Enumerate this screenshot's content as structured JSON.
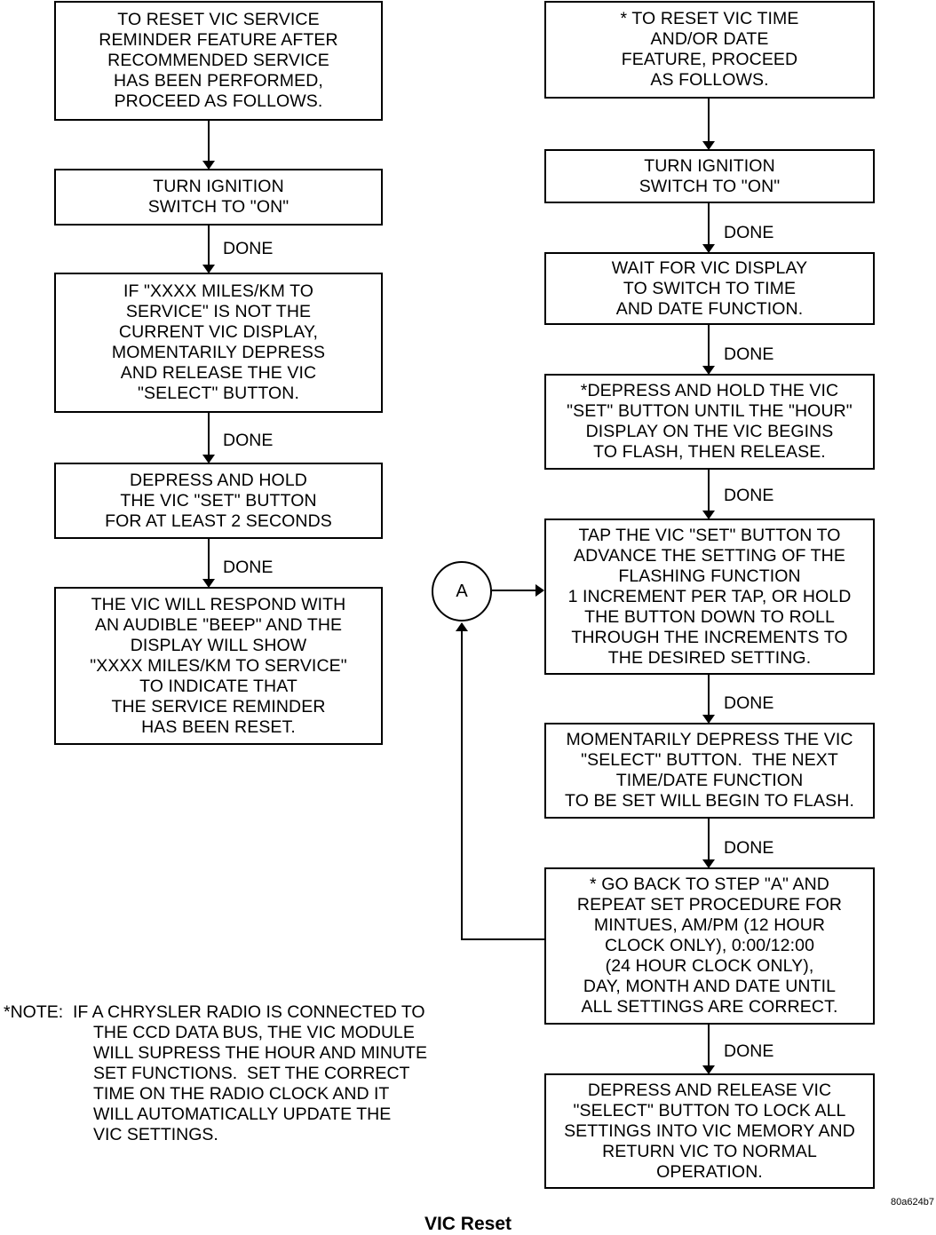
{
  "left_column": {
    "step1": [
      "TO RESET VIC SERVICE",
      "REMINDER FEATURE AFTER",
      "RECOMMENDED SERVICE",
      "HAS BEEN PERFORMED,",
      "PROCEED AS FOLLOWS."
    ],
    "step2": [
      "TURN IGNITION",
      "SWITCH TO \"ON\""
    ],
    "step3": [
      "IF \"XXXX MILES/KM TO",
      "SERVICE\" IS NOT THE",
      "CURRENT VIC DISPLAY,",
      "MOMENTARILY DEPRESS",
      "AND RELEASE THE VIC",
      "\"SELECT\" BUTTON."
    ],
    "step4": [
      "DEPRESS AND HOLD",
      "THE VIC \"SET\" BUTTON",
      "FOR AT LEAST 2 SECONDS"
    ],
    "step5": [
      "THE VIC WILL RESPOND WITH",
      "AN AUDIBLE \"BEEP\" AND THE",
      "DISPLAY WILL SHOW",
      "\"XXXX MILES/KM TO SERVICE\"",
      "TO INDICATE THAT",
      "THE SERVICE REMINDER",
      "HAS BEEN RESET."
    ]
  },
  "right_column": {
    "step1": [
      "* TO RESET VIC TIME",
      "AND/OR DATE",
      "FEATURE, PROCEED",
      "AS FOLLOWS."
    ],
    "step2": [
      "TURN IGNITION",
      "SWITCH TO \"ON\""
    ],
    "step3": [
      "WAIT FOR VIC DISPLAY",
      "TO SWITCH TO TIME",
      "AND DATE FUNCTION."
    ],
    "step4": [
      "*DEPRESS AND HOLD THE VIC",
      "\"SET\" BUTTON UNTIL THE \"HOUR\"",
      "DISPLAY ON THE VIC BEGINS",
      "TO FLASH, THEN RELEASE."
    ],
    "step5": [
      "TAP THE VIC \"SET\" BUTTON TO",
      "ADVANCE THE SETTING OF THE",
      "FLASHING FUNCTION",
      "1 INCREMENT PER TAP, OR HOLD",
      "THE BUTTON DOWN TO ROLL",
      "THROUGH THE INCREMENTS TO",
      "THE DESIRED SETTING."
    ],
    "step6": [
      "MOMENTARILY DEPRESS THE VIC",
      "\"SELECT\" BUTTON.  THE NEXT",
      "TIME/DATE FUNCTION",
      "TO BE SET WILL BEGIN TO FLASH."
    ],
    "step7": [
      "* GO BACK TO STEP \"A\" AND",
      "REPEAT SET PROCEDURE FOR",
      "MINTUES, AM/PM (12 HOUR",
      "CLOCK ONLY), 0:00/12:00",
      "(24 HOUR CLOCK ONLY),",
      "DAY, MONTH AND DATE UNTIL",
      "ALL SETTINGS ARE CORRECT."
    ],
    "step8": [
      "DEPRESS AND RELEASE VIC",
      "\"SELECT\" BUTTON TO LOCK ALL",
      "SETTINGS INTO VIC MEMORY AND",
      "RETURN VIC TO NORMAL",
      "OPERATION."
    ]
  },
  "done_label": "DONE",
  "connector_label": "A",
  "note": [
    "*NOTE:  IF A CHRYSLER RADIO IS CONNECTED TO",
    "THE CCD DATA BUS, THE VIC MODULE",
    "WILL SUPRESS THE HOUR AND MINUTE",
    "SET FUNCTIONS.  SET THE CORRECT",
    "TIME ON THE RADIO CLOCK AND IT",
    "WILL AUTOMATICALLY UPDATE THE",
    "VIC SETTINGS."
  ],
  "figure_ref": "80a624b7",
  "caption": "VIC Reset"
}
